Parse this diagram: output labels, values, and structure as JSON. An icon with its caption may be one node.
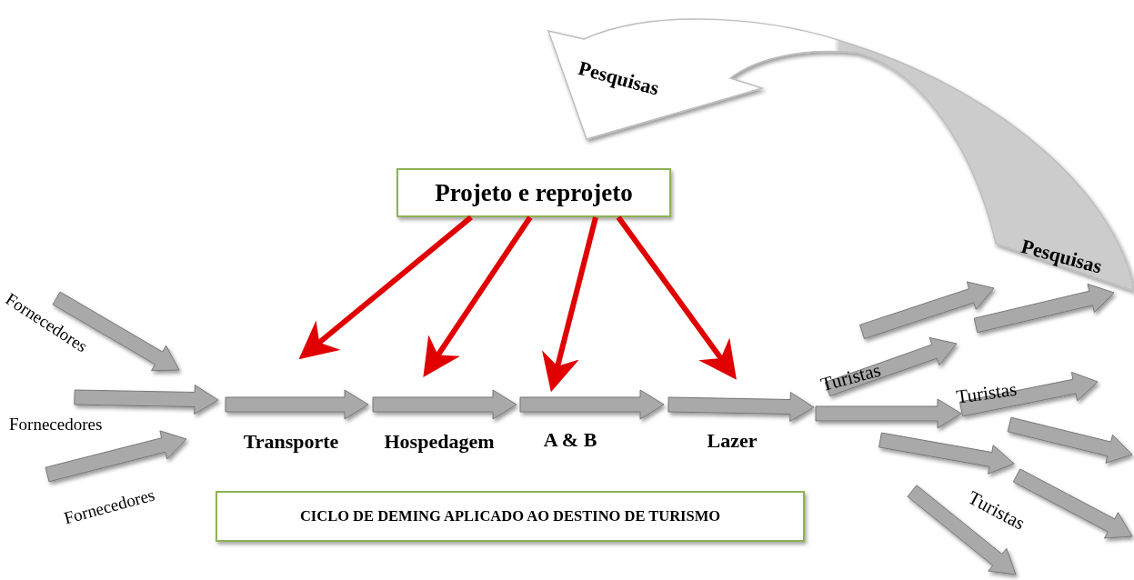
{
  "diagram": {
    "nodes": [
      {
        "text": [
          "Pesquisas",
          "Pesquisas"
        ]
      },
      {
        "text": [
          "Projeto e reprojeto"
        ]
      },
      {
        "text": [
          "Transporte"
        ]
      },
      {
        "text": [
          "Hospedagem"
        ]
      },
      {
        "text": [
          "A & B"
        ]
      },
      {
        "text": [
          "Lazer"
        ]
      },
      {
        "text": [
          "CICLO DE DEMING APLICADO AO DESTINO DE TURISMO"
        ]
      }
    ],
    "edges": [
      {
        "from": 1,
        "to": 2,
        "arrow": "to"
      },
      {
        "from": 1,
        "to": 3,
        "arrow": "to"
      },
      {
        "from": 1,
        "to": 4,
        "arrow": "to"
      },
      {
        "from": 1,
        "to": 5,
        "arrow": "to"
      }
    ],
    "labels": [
      "Fornecedores",
      "Fornecedores",
      "Fornecedores",
      "Turistas",
      "Turistas",
      "Turistas"
    ]
  }
}
